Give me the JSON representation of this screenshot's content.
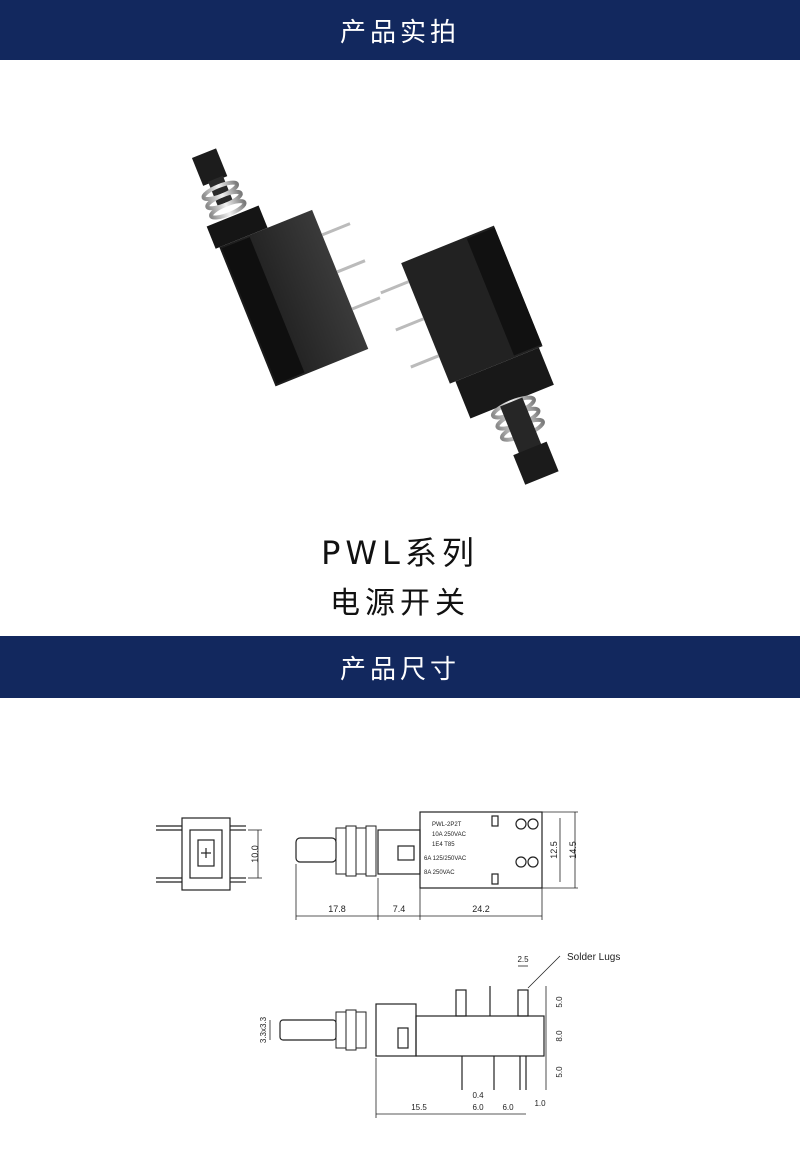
{
  "banners": {
    "photo": "产品实拍",
    "dimensions": "产品尺寸"
  },
  "caption": {
    "series": "PWL系列",
    "product": "电源开关"
  },
  "drawing": {
    "front_view": {
      "height": "10.0"
    },
    "top_view": {
      "dims": {
        "plunger": "17.8",
        "collar": "7.4",
        "body": "24.2",
        "height_outer": "14.5",
        "height_inner": "12.5"
      },
      "label_lines": [
        "PWL-2P2T",
        "10A 250VAC",
        "1E4 T85",
        "6A 125/250VAC",
        "8A 250VAC"
      ]
    },
    "side_view": {
      "callout": "Solder Lugs",
      "dims": {
        "lug_pitch": "2.5",
        "lug_top": "5.0",
        "body_height": "8.0",
        "pin_bottom": "5.0",
        "plunger_size": "3.3x3.3",
        "front": "15.5",
        "pin_gap": "0.4",
        "pitch_a": "6.0",
        "pitch_b": "6.0",
        "pin_width": "1.0"
      }
    }
  }
}
